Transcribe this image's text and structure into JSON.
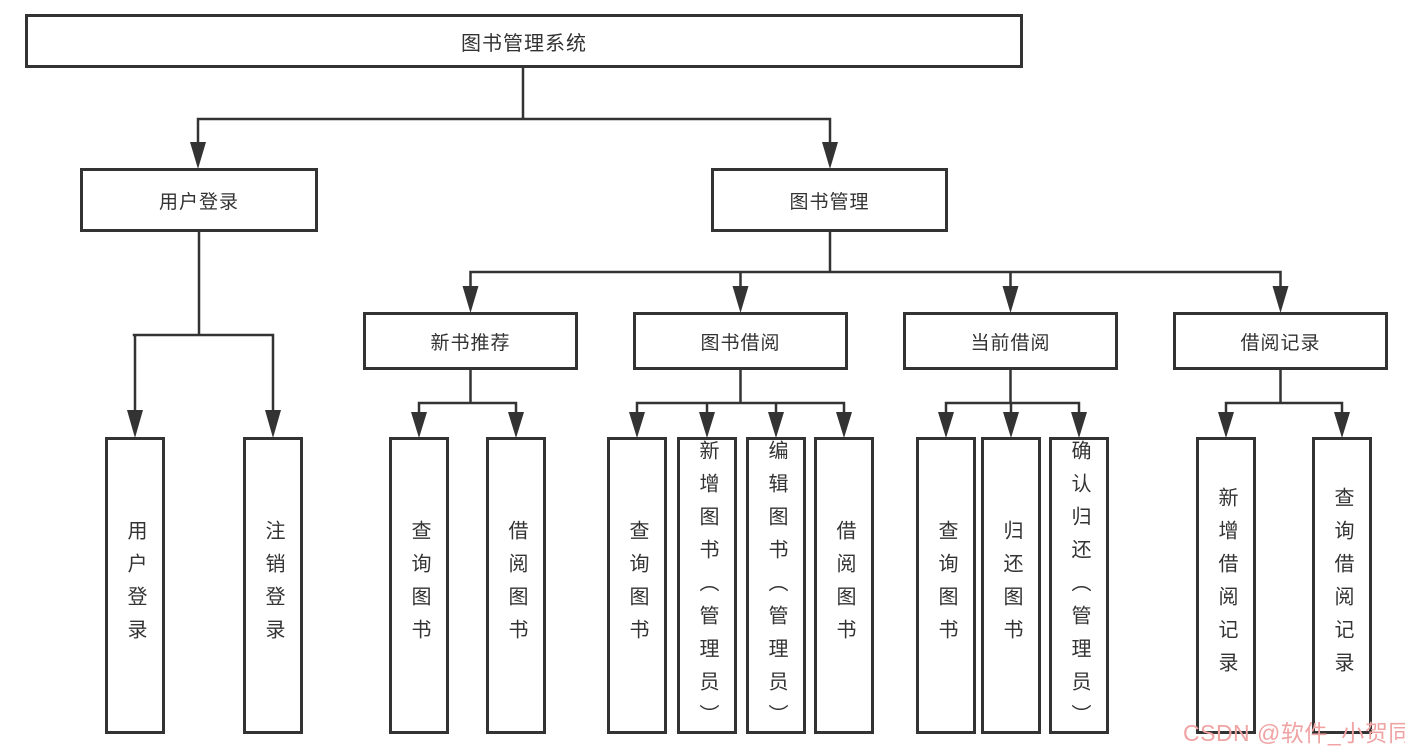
{
  "diagram": {
    "root": {
      "label": "图书管理系统"
    },
    "level2": [
      {
        "label": "用户登录"
      },
      {
        "label": "图书管理"
      }
    ],
    "level3": [
      {
        "label": "新书推荐"
      },
      {
        "label": "图书借阅"
      },
      {
        "label": "当前借阅"
      },
      {
        "label": "借阅记录"
      }
    ],
    "leaves": {
      "user_login": [
        "用户登录",
        "注销登录"
      ],
      "new_book_recommend": [
        "查询图书",
        "借阅图书"
      ],
      "book_borrow": [
        "查询图书",
        "新增图书（管理员）",
        "编辑图书（管理员）",
        "借阅图书"
      ],
      "current_borrow": [
        "查询图书",
        "归还图书",
        "确认归还（管理员）"
      ],
      "borrow_records": [
        "新增借阅记录",
        "查询借阅记录"
      ]
    }
  },
  "watermark": {
    "text": "CSDN @软件_小贺同学",
    "color": "#f0a3a3"
  },
  "colors": {
    "line": "#333333",
    "text": "#333333",
    "background": "#ffffff"
  }
}
